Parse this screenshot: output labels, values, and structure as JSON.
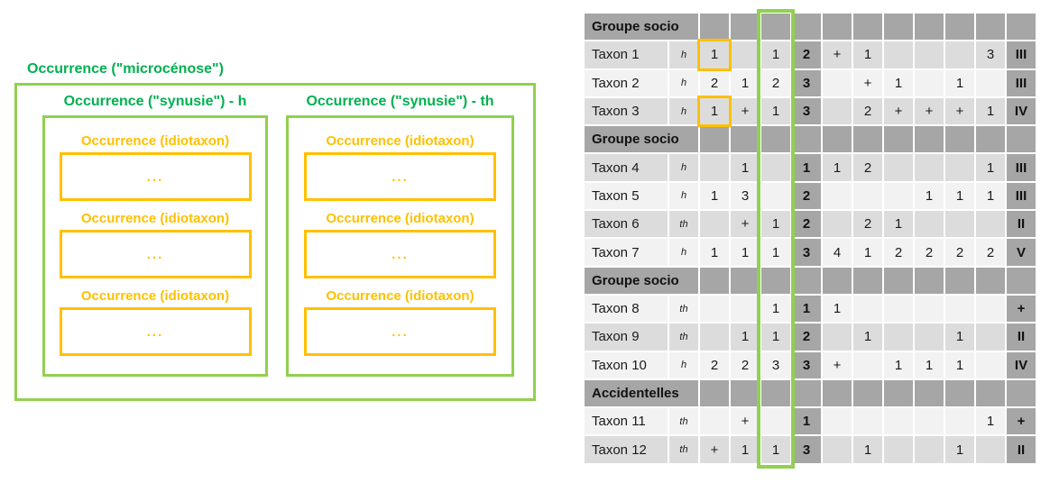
{
  "colors": {
    "green_text": "#00B050",
    "green_border": "#92D050",
    "orange": "#FFC000",
    "header_gray": "#A6A6A6",
    "band_dark": "#DCDCDC",
    "band_light": "#F2F2F2"
  },
  "diagram": {
    "microcenose_title": "Occurrence (\"microcénose\")",
    "synusies": [
      {
        "title": "Occurrence (\"synusie\") - h",
        "idiotaxons": [
          {
            "title": "Occurrence (idiotaxon)",
            "content": "..."
          },
          {
            "title": "Occurrence (idiotaxon)",
            "content": "..."
          },
          {
            "title": "Occurrence (idiotaxon)",
            "content": "..."
          }
        ]
      },
      {
        "title": "Occurrence (\"synusie\") - th",
        "idiotaxons": [
          {
            "title": "Occurrence (idiotaxon)",
            "content": "..."
          },
          {
            "title": "Occurrence (idiotaxon)",
            "content": "..."
          },
          {
            "title": "Occurrence (idiotaxon)",
            "content": "..."
          }
        ]
      }
    ]
  },
  "table": {
    "rows": [
      {
        "type": "header",
        "label": "Groupe socio"
      },
      {
        "type": "taxon",
        "name": "Taxon 1",
        "layer": "h",
        "orange": true,
        "cells": [
          "1",
          "",
          "1",
          "2",
          "+",
          "1",
          "",
          "",
          "",
          "3",
          "III"
        ]
      },
      {
        "type": "taxon",
        "name": "Taxon 2",
        "layer": "h",
        "orange": false,
        "cells": [
          "2",
          "1",
          "2",
          "3",
          "",
          "+",
          "1",
          "",
          "1",
          "",
          "III"
        ]
      },
      {
        "type": "taxon",
        "name": "Taxon 3",
        "layer": "h",
        "orange": true,
        "cells": [
          "1",
          "+",
          "1",
          "3",
          "",
          "2",
          "+",
          "+",
          "+",
          "1",
          "IV"
        ]
      },
      {
        "type": "header",
        "label": "Groupe socio"
      },
      {
        "type": "taxon",
        "name": "Taxon 4",
        "layer": "h",
        "orange": false,
        "cells": [
          "",
          "1",
          "",
          "1",
          "1",
          "2",
          "",
          "",
          "",
          "1",
          "III"
        ]
      },
      {
        "type": "taxon",
        "name": "Taxon 5",
        "layer": "h",
        "orange": false,
        "cells": [
          "1",
          "3",
          "",
          "2",
          "",
          "",
          "",
          "1",
          "1",
          "1",
          "III"
        ]
      },
      {
        "type": "taxon",
        "name": "Taxon 6",
        "layer": "th",
        "orange": false,
        "cells": [
          "",
          "+",
          "1",
          "2",
          "",
          "2",
          "1",
          "",
          "",
          "",
          "II"
        ]
      },
      {
        "type": "taxon",
        "name": "Taxon 7",
        "layer": "h",
        "orange": false,
        "cells": [
          "1",
          "1",
          "1",
          "3",
          "4",
          "1",
          "2",
          "2",
          "2",
          "2",
          "V"
        ]
      },
      {
        "type": "header",
        "label": "Groupe socio"
      },
      {
        "type": "taxon",
        "name": "Taxon 8",
        "layer": "th",
        "orange": false,
        "cells": [
          "",
          "",
          "1",
          "1",
          "1",
          "",
          "",
          "",
          "",
          "",
          "+"
        ]
      },
      {
        "type": "taxon",
        "name": "Taxon 9",
        "layer": "th",
        "orange": false,
        "cells": [
          "",
          "1",
          "1",
          "2",
          "",
          "1",
          "",
          "",
          "1",
          "",
          "II"
        ]
      },
      {
        "type": "taxon",
        "name": "Taxon 10",
        "layer": "h",
        "orange": false,
        "cells": [
          "2",
          "2",
          "3",
          "3",
          "+",
          "",
          "1",
          "1",
          "1",
          "",
          "IV"
        ]
      },
      {
        "type": "header",
        "label": "Accidentelles"
      },
      {
        "type": "taxon",
        "name": "Taxon 11",
        "layer": "th",
        "orange": false,
        "cells": [
          "",
          "+",
          "",
          "1",
          "",
          "",
          "",
          "",
          "",
          "1",
          "+"
        ]
      },
      {
        "type": "taxon",
        "name": "Taxon 12",
        "layer": "th",
        "orange": false,
        "cells": [
          "+",
          "1",
          "1",
          "3",
          "",
          "1",
          "",
          "",
          "1",
          "",
          "II"
        ]
      }
    ]
  }
}
